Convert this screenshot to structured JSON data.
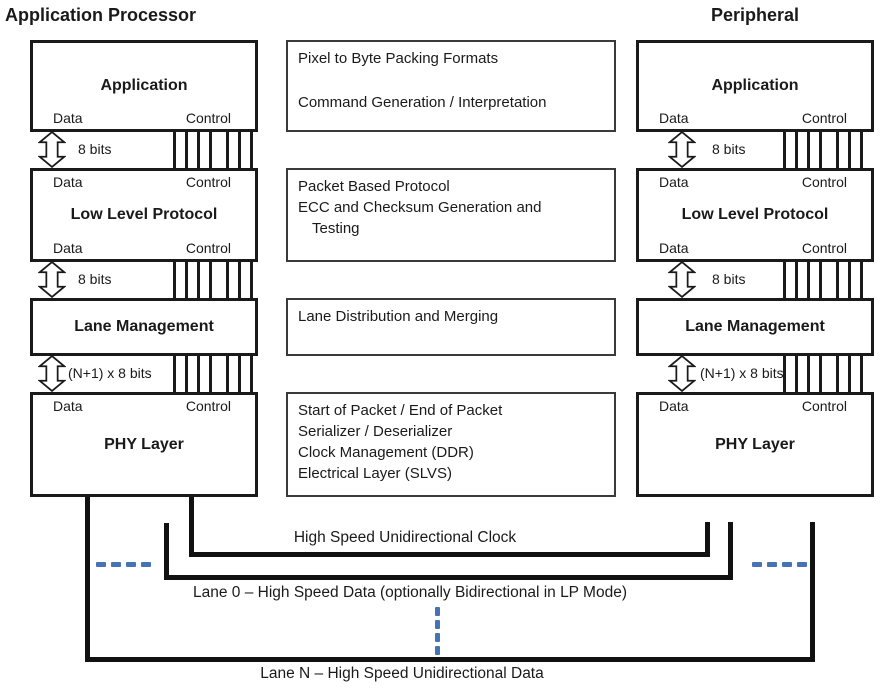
{
  "titles": {
    "left": "Application Processor",
    "right": "Peripheral"
  },
  "labels": {
    "data": "Data",
    "control": "Control"
  },
  "stacks": {
    "left": {
      "application": "Application",
      "low_level_protocol": "Low Level Protocol",
      "lane_management": "Lane Management",
      "phy_layer": "PHY Layer"
    },
    "right": {
      "application": "Application",
      "low_level_protocol": "Low Level Protocol",
      "lane_management": "Lane Management",
      "phy_layer": "PHY Layer"
    }
  },
  "interconnects": {
    "app_llp": "8 bits",
    "llp_lane": "8 bits",
    "lane_phy": "(N+1) x 8 bits"
  },
  "middle_boxes": [
    [
      "Pixel to Byte Packing Formats",
      "Command Generation / Interpretation"
    ],
    [
      "Packet Based Protocol",
      "ECC and Checksum Generation and",
      "Testing"
    ],
    [
      "Lane Distribution and Merging"
    ],
    [
      "Start of Packet / End of Packet",
      "Serializer / Deserializer",
      "Clock Management (DDR)",
      "Electrical Layer (SLVS)"
    ]
  ],
  "bus_labels": {
    "clock": "High Speed Unidirectional Clock",
    "lane0": "Lane 0 – High Speed Data (optionally Bidirectional in LP Mode)",
    "laneN": "Lane N – High Speed Unidirectional Data"
  },
  "colors": {
    "line": "#1a1a1a",
    "dash_blue": "#4673b4",
    "background": "#ffffff"
  }
}
